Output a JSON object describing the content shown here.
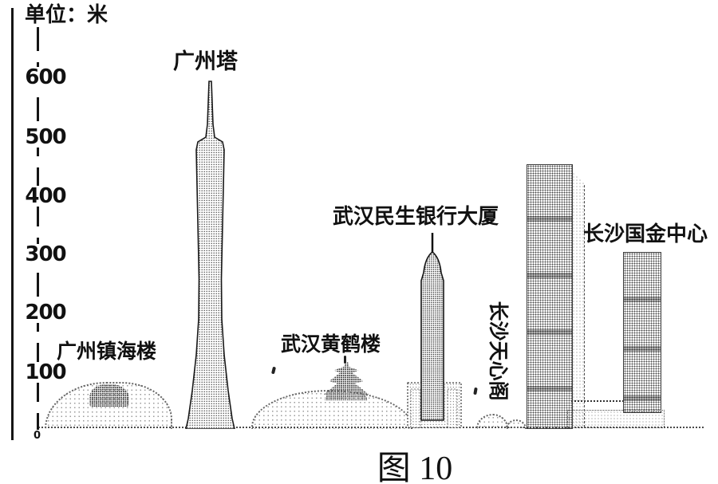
{
  "page": {
    "background": "#ffffff",
    "ink": "#1a1a1a"
  },
  "figure": {
    "unit_label": "单位：米",
    "caption": "图 10",
    "axis": {
      "tick_labels": [
        "600",
        "500",
        "400",
        "300",
        "200",
        "100"
      ],
      "origin_label": "0"
    },
    "buildings": [
      {
        "label": "广州镇海楼"
      },
      {
        "label": "广州塔"
      },
      {
        "label": "武汉黄鹤楼"
      },
      {
        "label": "武汉民生银行大厦"
      },
      {
        "label": "长沙天心阁"
      },
      {
        "label": "长沙国金中心"
      }
    ]
  },
  "chart_data": {
    "type": "bar",
    "subtype": "pictorial building-height comparison (drawings of buildings against a meter scale)",
    "title": "图 10",
    "ylabel": "单位：米",
    "ylim": [
      0,
      660
    ],
    "yticks": [
      0,
      100,
      200,
      300,
      400,
      500,
      600
    ],
    "grid": false,
    "legend": "none",
    "categories": [
      "广州镇海楼",
      "广州塔",
      "武汉黄鹤楼",
      "武汉民生银行大厦",
      "长沙天心阁",
      "长沙国金中心"
    ],
    "values": [
      80,
      600,
      110,
      330,
      30,
      450
    ],
    "values_note": "heights estimated from the meter axis; 长沙国金中心 is drawn as twin towers, taller ≈450 m and shorter ≈300 m; 广州镇海楼 and 武汉黄鹤楼 are drawn on hills; 长沙天心阁 is a tiny mound ≈30 m"
  }
}
